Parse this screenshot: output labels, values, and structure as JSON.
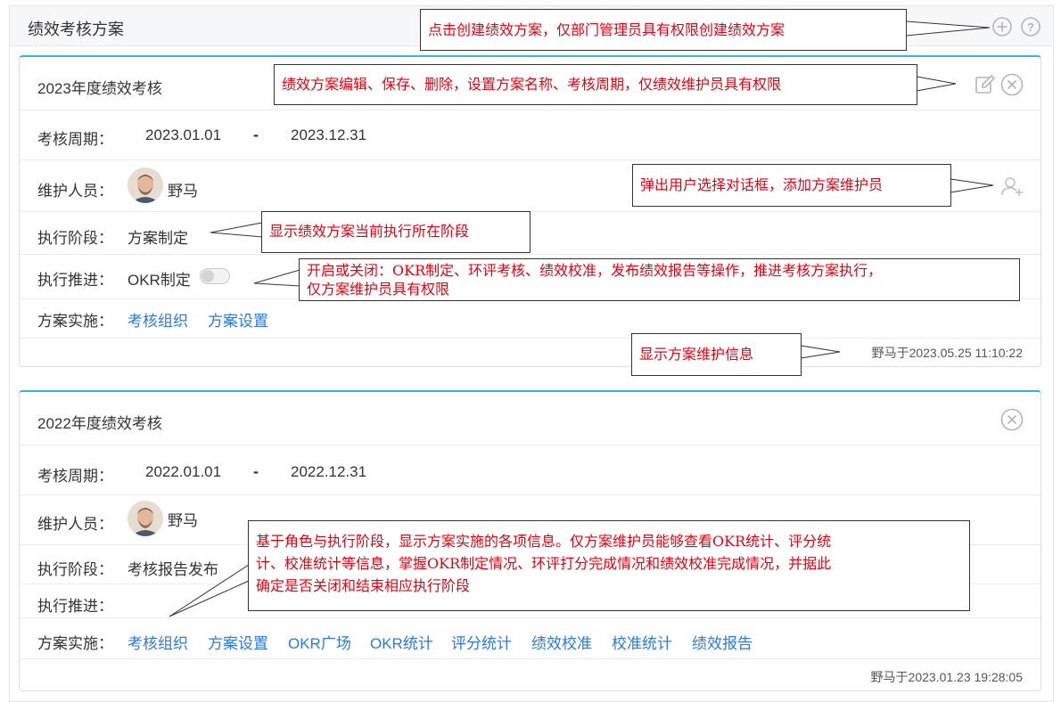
{
  "page": {
    "title": "绩效考核方案"
  },
  "header_icons": {
    "add": "plus-circle-icon",
    "help": "question-circle-icon"
  },
  "plans": [
    {
      "title": "2023年度绩效考核",
      "period_label": "考核周期：",
      "period_start": "2023.01.01",
      "period_sep": "-",
      "period_end": "2023.12.31",
      "maintainer_label": "维护人员：",
      "maintainer_name": "野马",
      "stage_label": "执行阶段：",
      "stage_value": "方案制定",
      "push_label": "执行推进：",
      "push_value": "OKR制定",
      "push_toggle_on": false,
      "impl_label": "方案实施：",
      "impl_links": [
        "考核组织",
        "方案设置"
      ],
      "footer": "野马于2023.05.25 11:10:22"
    },
    {
      "title": "2022年度绩效考核",
      "period_label": "考核周期：",
      "period_start": "2022.01.01",
      "period_sep": "-",
      "period_end": "2022.12.31",
      "maintainer_label": "维护人员：",
      "maintainer_name": "野马",
      "stage_label": "执行阶段：",
      "stage_value": "考核报告发布",
      "push_label": "执行推进：",
      "impl_label": "方案实施：",
      "impl_links": [
        "考核组织",
        "方案设置",
        "OKR广场",
        "OKR统计",
        "评分统计",
        "绩效校准",
        "校准统计",
        "绩效报告"
      ],
      "footer": "野马于2023.01.23 19:28:05"
    }
  ],
  "callouts": {
    "create": "点击创建绩效方案，仅部门管理员具有权限创建绩效方案",
    "edit": "绩效方案编辑、保存、删除，设置方案名称、考核周期，仅绩效维护员具有权限",
    "add_maintainer": "弹出用户选择对话框，添加方案维护员",
    "stage": "显示绩效方案当前执行所在阶段",
    "push_line1": "开启或关闭：OKR制定、环评考核、绩效校准，发布绩效报告等操作，推进考核方案执行，",
    "push_line2": "仅方案维护员具有权限",
    "maint_info": "显示方案维护信息",
    "impl_line1": "基于角色与执行阶段，显示方案实施的各项信息。仅方案维护员能够查看OKR统计、评分统",
    "impl_line2": "计、校准统计等信息，掌握OKR制定情况、环评打分完成情况和绩效校准完成情况，并据此",
    "impl_line3": "确定是否关闭和结束相应执行阶段"
  },
  "colors": {
    "accent": "#35b6d9",
    "link": "#2a7ae2",
    "annotation": "#e60012"
  }
}
